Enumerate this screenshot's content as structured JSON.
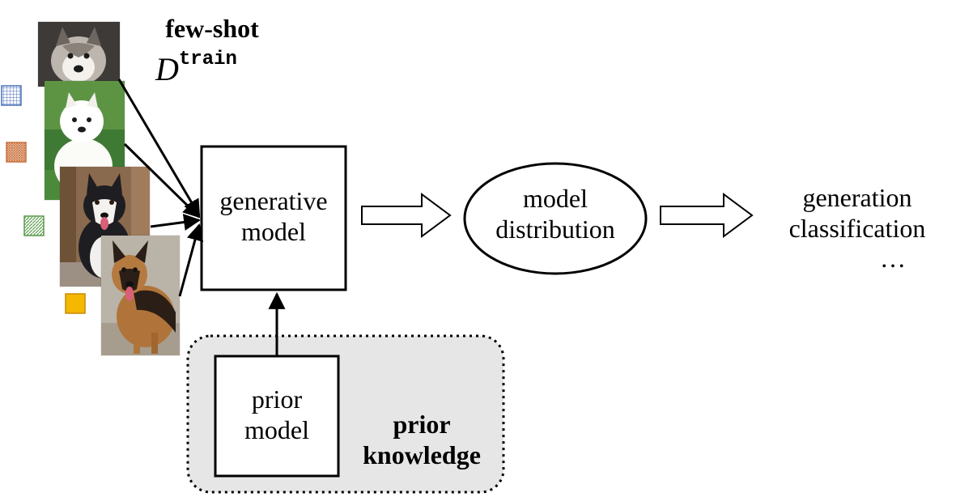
{
  "few_shot": {
    "title": "few-shot",
    "dataset_symbol": "D",
    "dataset_superscript": "train"
  },
  "images": [
    {
      "name": "malamute-puppy",
      "legend_color": "#4a70b8"
    },
    {
      "name": "samoyed-puppy",
      "legend_color": "#c8703c"
    },
    {
      "name": "husky",
      "legend_color": "#5a9a4a"
    },
    {
      "name": "german-shepherd",
      "legend_color": "#f5b800"
    }
  ],
  "generative_model": {
    "line1": "generative",
    "line2": "model"
  },
  "model_distribution": {
    "line1": "model",
    "line2": "distribution"
  },
  "outputs": {
    "line1": "generation",
    "line2": "classification",
    "ellipsis": "…"
  },
  "prior_model": {
    "line1": "prior",
    "line2": "model"
  },
  "prior_knowledge": {
    "line1": "prior",
    "line2": "knowledge"
  },
  "colors": {
    "prior_region_fill": "#e6e6e6",
    "stroke": "#000000"
  }
}
